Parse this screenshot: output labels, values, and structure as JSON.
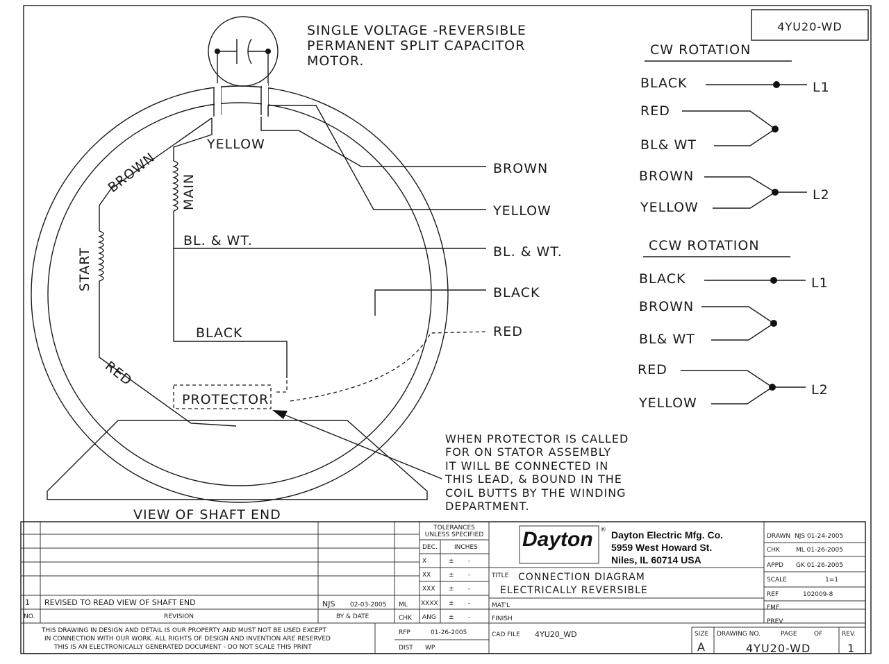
{
  "header_code": "4YU20-WD",
  "description": [
    "SINGLE VOLTAGE -REVERSIBLE",
    "PERMANENT SPLIT CAPACITOR",
    "MOTOR."
  ],
  "motor": {
    "yellow": "YELLOW",
    "brown": "BROWN",
    "main": "MAIN",
    "start": "START",
    "blwt": "BL. & WT.",
    "black": "BLACK",
    "red": "RED",
    "protector": "PROTECTOR",
    "view": "VIEW OF SHAFT END"
  },
  "leads": [
    "BROWN",
    "YELLOW",
    "BL. & WT.",
    "BLACK",
    "RED"
  ],
  "cw": {
    "title": "CW ROTATION",
    "black": "BLACK",
    "l1": "L1",
    "red": "RED",
    "blwt": "BL& WT",
    "brown": "BROWN",
    "yellow": "YELLOW",
    "l2": "L2"
  },
  "ccw": {
    "title": "CCW ROTATION",
    "black": "BLACK",
    "l1": "L1",
    "brown": "BROWN",
    "blwt": "BL& WT",
    "red": "RED",
    "yellow": "YELLOW",
    "l2": "L2"
  },
  "protector_note": [
    "WHEN PROTECTOR IS CALLED",
    "FOR ON STATOR ASSEMBLY",
    "IT WILL BE CONNECTED IN",
    "THIS LEAD, & BOUND IN THE",
    "COIL BUTTS BY THE WINDING",
    "DEPARTMENT."
  ],
  "revision": {
    "number": "1",
    "text": "REVISED TO READ VIEW OF SHAFT END",
    "by": "NJS",
    "date": "02-03-2005",
    "chk": "ML",
    "col_no": "NO.",
    "col_revision": "REVISION",
    "col_by_date": "BY & DATE",
    "col_chk": "CHK"
  },
  "tolerances": {
    "title1": "TOLERANCES",
    "title2": "UNLESS SPECIFIED",
    "dec": "DEC.",
    "inches": "INCHES",
    "rows": [
      {
        "dec": "X",
        "pm": "±",
        "val": "-"
      },
      {
        "dec": "XX",
        "pm": "±",
        "val": "-"
      },
      {
        "dec": "XXX",
        "pm": "±",
        "val": "-"
      },
      {
        "dec": "XXXX",
        "pm": "±",
        "val": "-"
      },
      {
        "dec": "ANG",
        "pm": "±",
        "val": "-"
      }
    ]
  },
  "company": {
    "logo": "Dayton",
    "reg": "®",
    "name": "Dayton Electric Mfg. Co.",
    "address1": "5959 West Howard St.",
    "address2": "Niles, IL 60714  USA"
  },
  "title_block": {
    "title_label": "TITLE",
    "title1": "CONNECTION DIAGRAM",
    "title2": "ELECTRICALLY REVERSIBLE",
    "matl": "MAT'L",
    "finish": "FINISH",
    "cad_label": "CAD FILE",
    "cad_file": "4YU20_WD",
    "rfp_label": "RFP",
    "rfp_date": "01-26-2005",
    "dist_label": "DIST",
    "dist": "WP"
  },
  "approvals": [
    {
      "label": "DRAWN",
      "value": "NJS  01-24-2005"
    },
    {
      "label": "CHK",
      "value": "ML  01-26-2005"
    },
    {
      "label": "APPD",
      "value": "GK  01-26-2005"
    },
    {
      "label": "SCALE",
      "value": "1=1"
    },
    {
      "label": "REF",
      "value": "102009-8"
    },
    {
      "label": "FMF",
      "value": ""
    },
    {
      "label": "PREV",
      "value": ""
    }
  ],
  "footer": {
    "size_label": "SIZE",
    "size": "A",
    "dwg_label": "DRAWING NO.",
    "page_label": "PAGE",
    "of_label": "OF",
    "rev_label": "REV.",
    "dwg_no": "4YU20-WD",
    "rev": "1"
  },
  "disclaimer": [
    "THIS DRAWING IN DESIGN AND DETAIL IS OUR PROPERTY AND MUST NOT BE USED EXCEPT",
    "IN CONNECTION WITH OUR WORK. ALL RIGHTS OF DESIGN AND INVENTION ARE RESERVED",
    "THIS IS AN ELECTRONICALLY GENERATED DOCUMENT - DO NOT SCALE THIS PRINT"
  ]
}
